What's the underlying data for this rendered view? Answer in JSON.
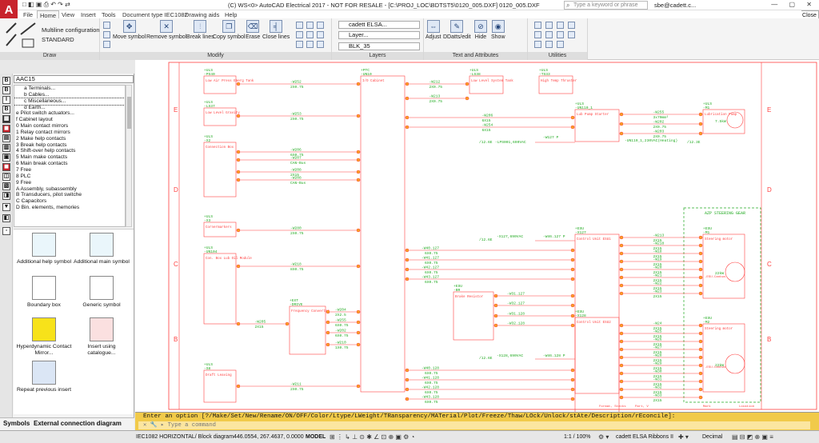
{
  "app": {
    "title": "(C) WS<0> AutoCAD Electrical 2017 - NOT FOR RESALE - [C:\\PROJ_LOC\\BDTST5\\0120_005.DXF]   0120_005.DXF",
    "logo_text": "A",
    "colors": {
      "brand": "#c8232c",
      "wire": "#ff4040",
      "label": "#22aa22",
      "command_bar": "#f1ca4a"
    }
  },
  "qat": {
    "icons": "□ ◧ ▣ ⎙ ↶ ↷ ⇄"
  },
  "search": {
    "placeholder": "Type a keyword or phrase"
  },
  "user": {
    "name": "sbe@cadett.c..."
  },
  "close_label": "Close",
  "ribbon_tabs": [
    "File",
    "Home",
    "View",
    "Insert",
    "Tools",
    "Document type IEC1082",
    "Drawing aids",
    "Help"
  ],
  "ribbon": {
    "multiline_config": "Multiline configuration",
    "standard": "STANDARD",
    "tools": [
      "Move symbol",
      "Remove symbol",
      "Break lines",
      "Copy symbol",
      "Erase",
      "Close lines"
    ],
    "layers_combo1": "cadett ELSA...",
    "layers_combo2": "Layer...",
    "layer_current": "BLK_35",
    "text_tools": [
      "Adjust",
      "DDatts/edit",
      "Hide",
      "Show"
    ],
    "groups": [
      "Draw",
      "Modify",
      "Layers",
      "Text and Attributes",
      "Utilities"
    ]
  },
  "panel": {
    "selector": "AAC15",
    "tree": [
      "a Terminals...",
      "b Cables...",
      "c Miscellaneous...",
      "d Earth...",
      "e Pilot switch actuators...",
      "f Cabinet layout",
      "0 Main contact mirrors",
      "1 Relay contact mirrors",
      "2 Make help contacts",
      "3 Break help contacts",
      "4 Shift-over help contacts",
      "5 Main make contacts",
      "6 Main break contacts",
      "7 Free",
      "8 PLC",
      "9 Free",
      "A Assembly, subassembly",
      "B Transducers, pilot switche",
      "C Capacitors",
      "D Bin. elements, memories"
    ],
    "symbols": [
      "Additional help symbol",
      "Additional main symbol",
      "Boundary box",
      "Generic symbol",
      "Hyperdynamic Contact Mirror...",
      "Insert using catalogue...",
      "Repeat previous insert"
    ],
    "tabs": [
      "Symbols",
      "External connection diagram"
    ]
  },
  "drawing": {
    "rows": [
      "E",
      "D",
      "C",
      "B"
    ],
    "boxes": [
      {
        "ref": "+ULS\n-PS40",
        "name": "Low Air Press Emerg Tank"
      },
      {
        "ref": "+ULS\n-LS37",
        "name": "Low Level Gravity"
      },
      {
        "ref": "+ULS\n-X2",
        "name": "Connection Box"
      },
      {
        "ref": "+ULS\n-X3",
        "name": "Cornermarkers"
      },
      {
        "ref": "+ULS\n-UN104",
        "name": "Con. Box Lub Oil Module"
      },
      {
        "ref": "+ULS\n-S8",
        "name": "Draft Leaving"
      },
      {
        "ref": "+EXT\n-DRIVE",
        "name": "Frequency Converter"
      },
      {
        "ref": "+PTC\n-UN10",
        "name": "I/O Cabinet"
      },
      {
        "ref": "+ULS\n-LS38",
        "name": "Low Level System Tank"
      },
      {
        "ref": "+ULS\n-TS33",
        "name": "High Temp Thruster"
      },
      {
        "ref": "+ULS\n-UN110_1",
        "name": "Lub Pump Starter"
      },
      {
        "ref": "+ULS\n-M1",
        "name": "Lubrication Pump"
      },
      {
        "ref": "+ESU\n-X127",
        "name": "Control Unit ESU1"
      },
      {
        "ref": "+ESU\n-BR",
        "name": "Brake Resistor"
      },
      {
        "ref": "+ESU\n-X128",
        "name": "Control Unit ESU2"
      },
      {
        "ref": "+ESU\n-M1",
        "name": "Steering motor"
      },
      {
        "ref": "+ESU\n-M2",
        "name": "Steering motor"
      }
    ],
    "wire_labels": [
      "-W252",
      "-W253",
      "-W206",
      "-W207",
      "-W208",
      "-W280",
      "-W218",
      "-W205",
      "-W204",
      "-W255",
      "-W202",
      "-W210",
      "-W211",
      "-W212",
      "-W213",
      "-W206",
      "-W254",
      "-W255",
      "-W202",
      "-W203",
      "-W213",
      "-W218",
      "-W18",
      "-W19",
      "-W20",
      "-W21",
      "-W22",
      "-W23",
      "-W24",
      "-W25",
      "-W26",
      "-W27",
      "-W28",
      "-W29",
      "-W30",
      "-W31",
      "-W32",
      "-W33",
      "-W34",
      "-W35"
    ],
    "cable_specs": [
      "2X0.75",
      "4X0.75",
      "6X0.75",
      "CAN-Bus",
      "2X15",
      "3x70mm²",
      "4X2.5",
      "8X0.75",
      "6X2.5",
      "1X0.75",
      "2X2.5"
    ],
    "notes": [
      "/12.6E",
      "-LPS001,690VAC",
      "-UN110_1,230VAC(Heating)",
      "-X127,690VAC",
      "-X128,690VAC",
      "-W46.127 P",
      "-W46.128 P",
      "-W127 P",
      "/12.3E",
      "AZP STEERING GEAR",
      "7.5kW",
      "22kW",
      "22kW",
      "-ESU-Canbus",
      "-ESU-Canbus",
      "-W40.127",
      "-W41.127",
      "-W42.127",
      "-W43.127",
      "-W40.128",
      "-W41.128",
      "-W42.128",
      "-W43.128",
      "-W31.127",
      "-W32.127",
      "-W31.128",
      "-W32.128",
      "Format, Stecks",
      "Part, V",
      "Mark",
      "Location"
    ]
  },
  "command": {
    "output": "Enter an option [?/Make/Set/New/Rename/ON/OFF/Color/Ltype/LWeight/TRansparency/MATerial/Plot/Freeze/Thaw/LOck/Unlock/stAte/Description/rEconcile]:",
    "placeholder": "Type a command",
    "prompt_icons": "✕ 🔧 ▸"
  },
  "status": {
    "layout": "IEC1082 HORIZONTAL/ Block diagram",
    "coords": "446.0554, 267.4637, 0.0000",
    "model": "MODEL",
    "scale": "1:1 / 100%",
    "ribbons": "cadett ELSA Ribbons II",
    "units": "Decimal"
  }
}
